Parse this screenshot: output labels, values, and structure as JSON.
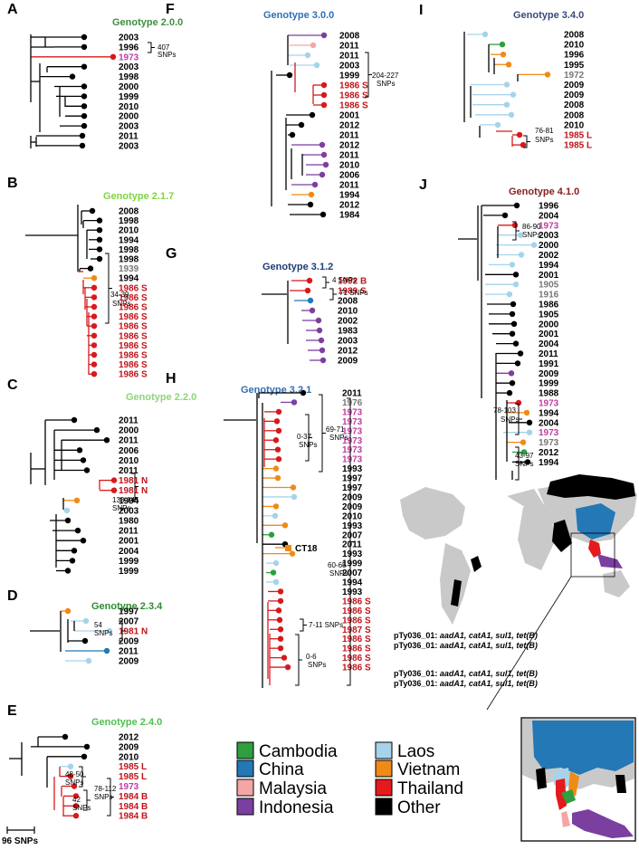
{
  "colors": {
    "black": "#000000",
    "red": "#d7191c",
    "cambodia": "#2e9e3f",
    "china": "#2378b5",
    "malaysia": "#f4a6a6",
    "indonesia": "#7b3fa0",
    "laos": "#a6d3ea",
    "vietnam": "#f08a16",
    "thailand": "#e41a1c",
    "other": "#000000",
    "magenta": "#bd3ea0",
    "gray": "#777777",
    "g200": "#3f8f3f",
    "g217": "#7dd63f",
    "g220": "#8fd47a",
    "g234": "#2e8c2e",
    "g240": "#4fc24f",
    "g300": "#2f6fb7",
    "g312": "#1d3d7a",
    "g321": "#2f6fb7",
    "g340": "#3a4a7a",
    "g410": "#8b1c1c"
  },
  "panels": [
    {
      "letter": "A",
      "title": "Genotype 2.0.0",
      "snps": [
        "407",
        "SNPs"
      ],
      "labels": [
        [
          "2003",
          "k"
        ],
        [
          "1996",
          "k"
        ],
        [
          "1973",
          "m"
        ],
        [
          "2003",
          "k"
        ],
        [
          "1998",
          "k"
        ],
        [
          "2000",
          "k"
        ],
        [
          "1999",
          "k"
        ],
        [
          "2010",
          "k"
        ],
        [
          "2000",
          "k"
        ],
        [
          "2003",
          "k"
        ],
        [
          "2011",
          "k"
        ],
        [
          "2003",
          "k"
        ]
      ]
    },
    {
      "letter": "B",
      "title": "Genotype 2.1.7",
      "snps": [
        "34-39",
        "SNPs"
      ],
      "labels": [
        [
          "2008",
          "k"
        ],
        [
          "1998",
          "k"
        ],
        [
          "2010",
          "k"
        ],
        [
          "1994",
          "k"
        ],
        [
          "1998",
          "k"
        ],
        [
          "1998",
          "k"
        ],
        [
          "1939",
          "g"
        ],
        [
          "1994",
          "k"
        ],
        [
          "1986 S",
          "r"
        ],
        [
          "1986 S",
          "r"
        ],
        [
          "1986 S",
          "r"
        ],
        [
          "1986 S",
          "r"
        ],
        [
          "1986 S",
          "r"
        ],
        [
          "1986 S",
          "r"
        ],
        [
          "1986 S",
          "r"
        ],
        [
          "1986 S",
          "r"
        ],
        [
          "1986 S",
          "r"
        ],
        [
          "1986 S",
          "r"
        ]
      ]
    },
    {
      "letter": "C",
      "title": "Genotype 2.2.0",
      "snps": [
        "133-145",
        "SNPs"
      ],
      "labels": [
        [
          "2011",
          "k"
        ],
        [
          "2000",
          "k"
        ],
        [
          "2011",
          "k"
        ],
        [
          "2006",
          "k"
        ],
        [
          "2010",
          "k"
        ],
        [
          "2011",
          "k"
        ],
        [
          "1981 N",
          "r"
        ],
        [
          "1981 N",
          "r"
        ],
        [
          "1994",
          "k"
        ],
        [
          "2003",
          "k"
        ],
        [
          "1980",
          "k"
        ],
        [
          "2011",
          "k"
        ],
        [
          "2001",
          "k"
        ],
        [
          "2004",
          "k"
        ],
        [
          "1999",
          "k"
        ],
        [
          "1999",
          "k"
        ]
      ]
    },
    {
      "letter": "D",
      "title": "Genotype 2.3.4",
      "snps": [
        "54",
        "SNPs"
      ],
      "labels": [
        [
          "1997",
          "k"
        ],
        [
          "2007",
          "k"
        ],
        [
          "1981 N",
          "r"
        ],
        [
          "2009",
          "k"
        ],
        [
          "2011",
          "k"
        ],
        [
          "2009",
          "k"
        ]
      ]
    },
    {
      "letter": "E",
      "title": "Genotype 2.4.0",
      "snps": [
        "48-50",
        "SNPs",
        "42",
        "SNPs",
        "78-112",
        "SNPs"
      ],
      "labels": [
        [
          "2012",
          "k"
        ],
        [
          "2009",
          "k"
        ],
        [
          "2010",
          "k"
        ],
        [
          "1985 L",
          "r"
        ],
        [
          "1985 L",
          "r"
        ],
        [
          "1973",
          "m"
        ],
        [
          "1984 B",
          "r"
        ],
        [
          "1984 B",
          "r"
        ],
        [
          "1984 B",
          "r"
        ]
      ]
    },
    {
      "letter": "F",
      "title": "Genotype 3.0.0",
      "snps": [
        "204-227",
        "SNPs"
      ],
      "labels": [
        [
          "2008",
          "k"
        ],
        [
          "2011",
          "k"
        ],
        [
          "2011",
          "k"
        ],
        [
          "2003",
          "k"
        ],
        [
          "1999",
          "k"
        ],
        [
          "1986 S",
          "r"
        ],
        [
          "1986 S",
          "r"
        ],
        [
          "1986 S",
          "r"
        ],
        [
          "2001",
          "k"
        ],
        [
          "2012",
          "k"
        ],
        [
          "2011",
          "k"
        ],
        [
          "2012",
          "k"
        ],
        [
          "2011",
          "k"
        ],
        [
          "2010",
          "k"
        ],
        [
          "2006",
          "k"
        ],
        [
          "2011",
          "k"
        ],
        [
          "1994",
          "k"
        ],
        [
          "2012",
          "k"
        ],
        [
          "1984",
          "k"
        ]
      ]
    },
    {
      "letter": "G",
      "title": "Genotype 3.1.2",
      "snps": [
        "4 SNPs",
        "71 SNPs"
      ],
      "labels": [
        [
          "1992 B",
          "r"
        ],
        [
          "1989 S",
          "r"
        ],
        [
          "2008",
          "k"
        ],
        [
          "2010",
          "k"
        ],
        [
          "2002",
          "k"
        ],
        [
          "1983",
          "k"
        ],
        [
          "2003",
          "k"
        ],
        [
          "2012",
          "k"
        ],
        [
          "2009",
          "k"
        ]
      ]
    },
    {
      "letter": "H",
      "title": "Genotype 3.2.1",
      "snps": [
        "0-37",
        "SNPs",
        "69-71",
        "SNPs",
        "60-65",
        "SNPs",
        "7-11 SNPs",
        "0-6",
        "SNPs"
      ],
      "node_label": "CT18",
      "amr_prefix": "pTy036_01: ",
      "amr_genes": "aadA1, catA1, sul1, tet(B)",
      "labels": [
        [
          "2011",
          "k"
        ],
        [
          "1976",
          "g"
        ],
        [
          "1973",
          "m"
        ],
        [
          "1973",
          "m"
        ],
        [
          "1973",
          "m"
        ],
        [
          "1973",
          "m"
        ],
        [
          "1973",
          "m"
        ],
        [
          "1973",
          "m"
        ],
        [
          "1993",
          "k"
        ],
        [
          "1997",
          "k"
        ],
        [
          "1997",
          "k"
        ],
        [
          "2009",
          "k"
        ],
        [
          "2009",
          "k"
        ],
        [
          "2010",
          "k"
        ],
        [
          "1993",
          "k"
        ],
        [
          "2007",
          "k"
        ],
        [
          "2011",
          "k"
        ],
        [
          "1993",
          "k"
        ],
        [
          "1999",
          "k"
        ],
        [
          "2007",
          "k"
        ],
        [
          "1994",
          "k"
        ],
        [
          "1993",
          "k"
        ],
        [
          "1986 S",
          "r"
        ],
        [
          "1986 S",
          "r"
        ],
        [
          "1986 S",
          "r"
        ],
        [
          "1987 S",
          "r"
        ],
        [
          "1986 S",
          "r"
        ],
        [
          "1986 S",
          "r"
        ],
        [
          "1986 S",
          "r"
        ],
        [
          "1986 S",
          "r"
        ]
      ]
    },
    {
      "letter": "I",
      "title": "Genotype 3.4.0",
      "snps": [
        "76-81",
        "SNPs"
      ],
      "labels": [
        [
          "2008",
          "k"
        ],
        [
          "2010",
          "k"
        ],
        [
          "1996",
          "k"
        ],
        [
          "1995",
          "k"
        ],
        [
          "1972",
          "g"
        ],
        [
          "2009",
          "k"
        ],
        [
          "2009",
          "k"
        ],
        [
          "2008",
          "k"
        ],
        [
          "2008",
          "k"
        ],
        [
          "2010",
          "k"
        ],
        [
          "1985 L",
          "r"
        ],
        [
          "1985 L",
          "r"
        ]
      ]
    },
    {
      "letter": "J",
      "title": "Genotype 4.1.0",
      "snps": [
        "86-90",
        "SNPs",
        "78-103",
        "SNPs",
        "43-97",
        "SNPs"
      ],
      "labels": [
        [
          "1996",
          "k"
        ],
        [
          "2004",
          "k"
        ],
        [
          "1973",
          "m"
        ],
        [
          "2003",
          "k"
        ],
        [
          "2000",
          "k"
        ],
        [
          "2002",
          "k"
        ],
        [
          "1994",
          "k"
        ],
        [
          "2001",
          "k"
        ],
        [
          "1905",
          "g"
        ],
        [
          "1916",
          "g"
        ],
        [
          "1986",
          "k"
        ],
        [
          "1905",
          "k"
        ],
        [
          "2000",
          "k"
        ],
        [
          "2001",
          "k"
        ],
        [
          "2004",
          "k"
        ],
        [
          "2011",
          "k"
        ],
        [
          "1991",
          "k"
        ],
        [
          "2009",
          "k"
        ],
        [
          "1999",
          "k"
        ],
        [
          "1988",
          "k"
        ],
        [
          "1973",
          "m"
        ],
        [
          "1994",
          "k"
        ],
        [
          "2004",
          "k"
        ],
        [
          "1973",
          "m"
        ],
        [
          "1973",
          "g"
        ],
        [
          "2012",
          "k"
        ],
        [
          "1994",
          "k"
        ]
      ]
    }
  ],
  "legend": {
    "entries": [
      {
        "name": "Cambodia",
        "color": "#2e9e3f"
      },
      {
        "name": "China",
        "color": "#2378b5"
      },
      {
        "name": "Malaysia",
        "color": "#f4a6a6"
      },
      {
        "name": "Indonesia",
        "color": "#7b3fa0"
      },
      {
        "name": "Laos",
        "color": "#a6d3ea"
      },
      {
        "name": "Vietnam",
        "color": "#f08a16"
      },
      {
        "name": "Thailand",
        "color": "#e41a1c"
      },
      {
        "name": "Other",
        "color": "#000000"
      }
    ]
  },
  "scale_bar": "96 SNPs"
}
